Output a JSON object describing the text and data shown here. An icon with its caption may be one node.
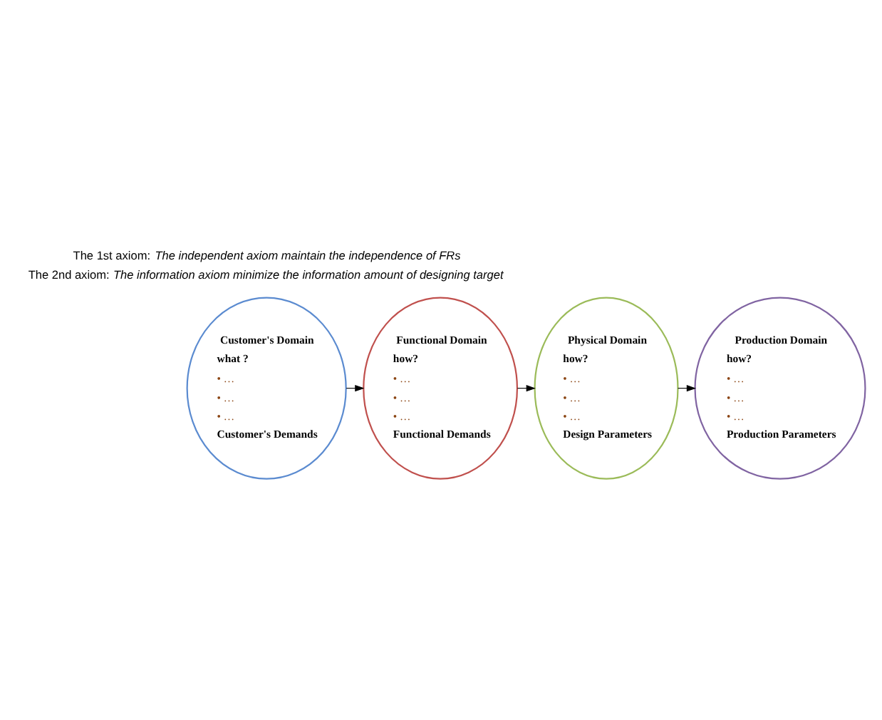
{
  "diagram": {
    "nodes": [
      {
        "text": [
          "Customer's Domain",
          "what ?",
          "• …",
          "• …",
          "• …",
          "Customer's Demands"
        ]
      },
      {
        "text": [
          "Functional Domain",
          "how?",
          "• …",
          "• …",
          "• …",
          "Functional Demands"
        ]
      },
      {
        "text": [
          "Physical Domain",
          "how?",
          "• …",
          "• …",
          "• …",
          "Design Parameters"
        ]
      },
      {
        "text": [
          "Production Domain",
          "how?",
          "• …",
          "• …",
          "• …",
          "Production Parameters"
        ]
      }
    ],
    "edges": [
      {
        "from": 0,
        "to": 1,
        "arrow": "to"
      },
      {
        "from": 1,
        "to": 2,
        "arrow": "to"
      },
      {
        "from": 2,
        "to": 3,
        "arrow": "to"
      }
    ],
    "labels": [
      "The 1st axiom:",
      "The independent axiom maintain the independence of FRs",
      "The 2nd axiom:",
      "The information axiom minimize the information amount of designing target"
    ]
  }
}
